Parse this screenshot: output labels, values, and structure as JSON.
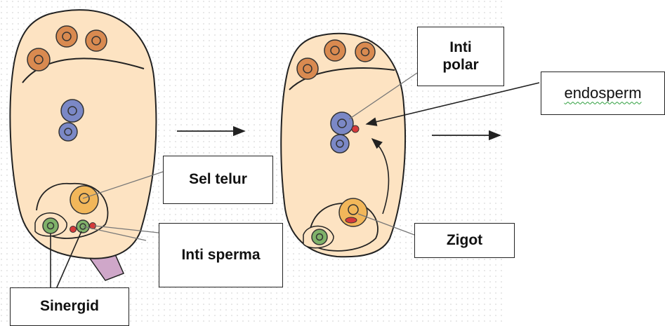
{
  "labels": {
    "sel_telur": "Sel telur",
    "inti_sperma": "Inti sperma",
    "sinergid": "Sinergid",
    "inti_polar": "Inti\npolar",
    "endosperm": "endosperm",
    "zigot": "Zigot"
  },
  "colors": {
    "sac_fill": "#fde3c2",
    "antipodal": "#d98a50",
    "polar": "#7b88c6",
    "egg": "#f2b75a",
    "synergid": "#7fb26a",
    "sperm": "#d63a3a",
    "pollen_tube": "#cfa7c9",
    "outline": "#222222"
  }
}
